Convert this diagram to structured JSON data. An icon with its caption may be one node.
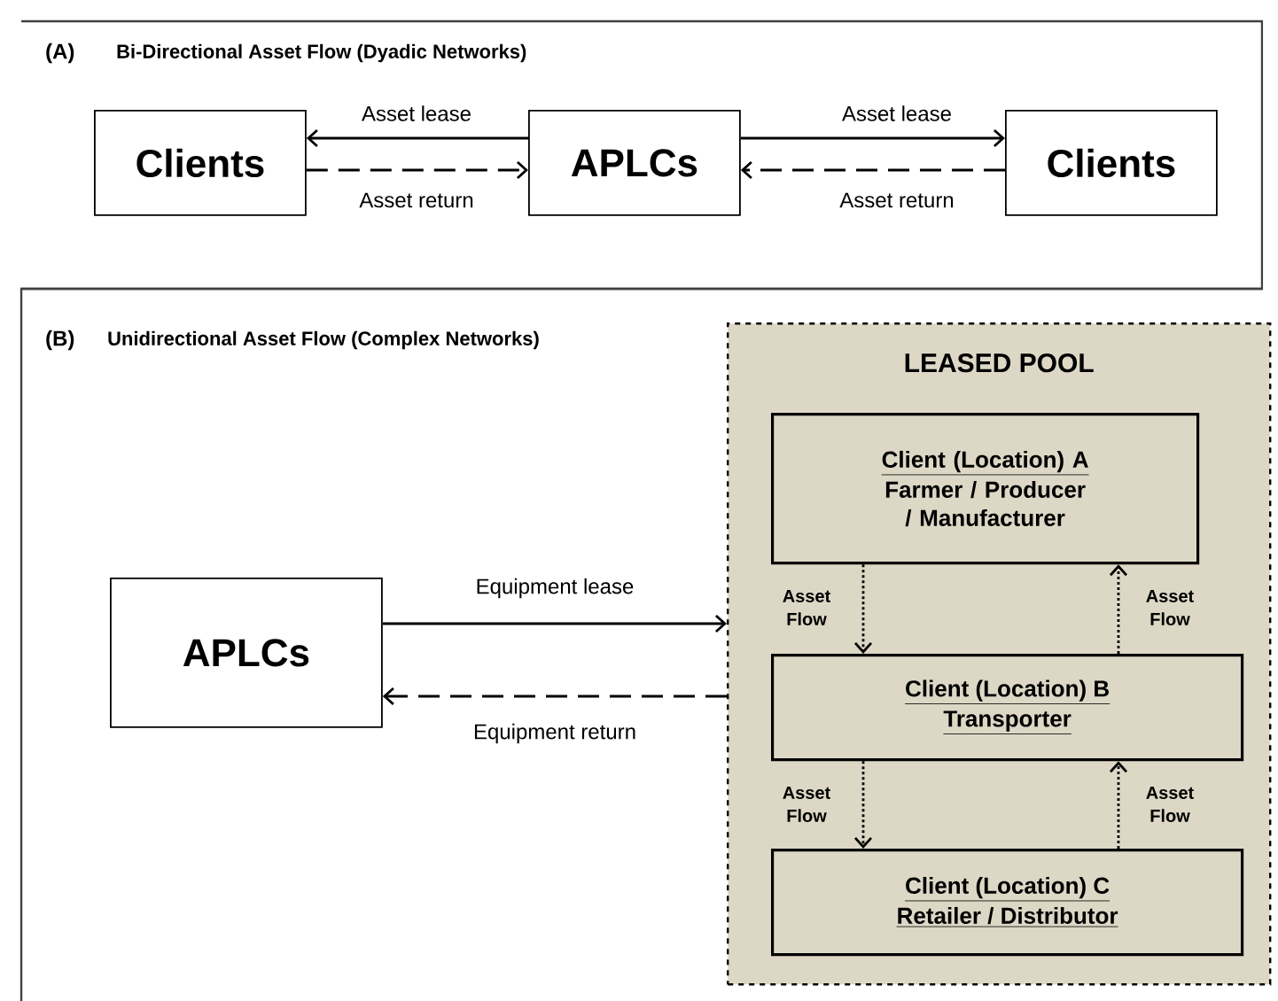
{
  "diagram": {
    "nodes": [
      {
        "text": [
          "Clients"
        ]
      },
      {
        "text": [
          "APLCs"
        ]
      },
      {
        "text": [
          "Clients"
        ]
      },
      {
        "text": [
          "APLCs"
        ]
      },
      {
        "text": [
          "LEASED POOL"
        ]
      },
      {
        "text": [
          "Client (Location)  A",
          "Farmer / Producer / Manufacturer"
        ],
        "in": 4
      },
      {
        "text": [
          "Client (Location) B",
          "Transporter"
        ],
        "in": 4
      },
      {
        "text": [
          "Client (Location) C",
          "Retailer / Distributor"
        ],
        "in": 4
      }
    ],
    "edges": [
      {
        "from": 1,
        "to": 0,
        "arrow": "to",
        "label": "Asset lease"
      },
      {
        "from": 0,
        "to": 1,
        "arrow": "to",
        "label": "Asset return",
        "style": "dashed"
      },
      {
        "from": 1,
        "to": 2,
        "arrow": "to",
        "label": "Asset lease"
      },
      {
        "from": 2,
        "to": 1,
        "arrow": "to",
        "label": "Asset return",
        "style": "dashed"
      },
      {
        "from": 3,
        "to": 4,
        "arrow": "to",
        "label": "Equipment lease"
      },
      {
        "from": 4,
        "to": 3,
        "arrow": "to",
        "label": "Equipment return",
        "style": "dashed"
      },
      {
        "from": 5,
        "to": 6,
        "arrow": "to",
        "label": "Asset Flow",
        "style": "dashed"
      },
      {
        "from": 6,
        "to": 5,
        "arrow": "to",
        "label": "Asset Flow",
        "style": "dashed"
      },
      {
        "from": 6,
        "to": 7,
        "arrow": "to",
        "label": "Asset Flow",
        "style": "dashed"
      },
      {
        "from": 7,
        "to": 6,
        "arrow": "to",
        "label": "Asset Flow",
        "style": "dashed"
      }
    ],
    "labels": [
      "(A)",
      "Bi-Directional Asset Flow (Dyadic Networks)",
      "(B)",
      "Unidirectional Asset Flow (Complex Networks)"
    ]
  }
}
